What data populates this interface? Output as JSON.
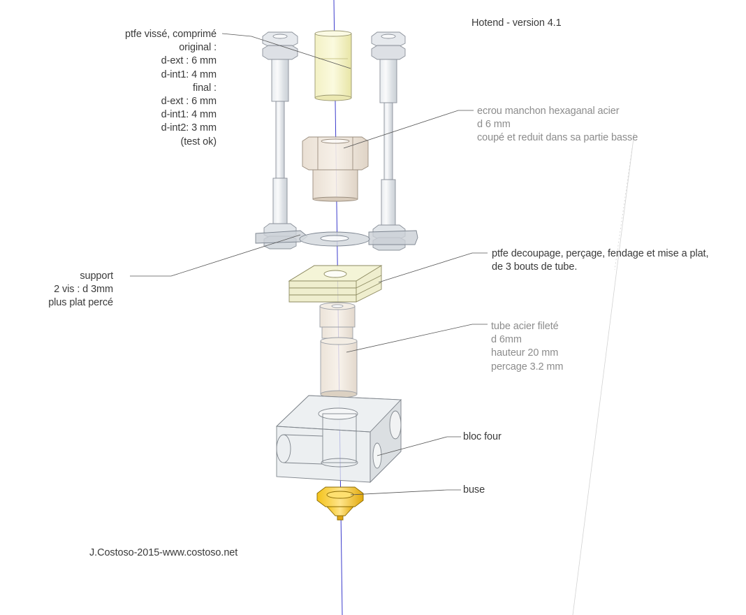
{
  "title": "Hotend - version 4.1",
  "credit": "J.Costoso-2015-www.costoso.net",
  "annotations": {
    "ptfe_visse": [
      "ptfe vissé, comprimé",
      "original :",
      "d-ext : 6 mm",
      "d-int1: 4 mm",
      "final :",
      "d-ext : 6 mm",
      "d-int1: 4 mm",
      "d-int2: 3 mm",
      "(test ok)"
    ],
    "ecrou": [
      "ecrou manchon hexaganal acier",
      "d 6 mm",
      "coupé et reduit dans sa partie basse"
    ],
    "support": [
      "support",
      "2 vis : d 3mm",
      "plus plat percé"
    ],
    "ptfe_decoupage": [
      "ptfe decoupage, perçage, fendage et mise a plat,",
      "de 3 bouts de tube."
    ],
    "tube": [
      "tube acier fileté",
      "d 6mm",
      "hauteur 20 mm",
      "percage 3.2 mm"
    ],
    "bloc": [
      "bloc four"
    ],
    "buse": [
      "buse"
    ]
  },
  "colors": {
    "axis": "#3b3bcc",
    "ptfe": "#f2f0b8",
    "part": "#d8dde3",
    "nut_brass": "#f0c020",
    "line": "#555555"
  }
}
